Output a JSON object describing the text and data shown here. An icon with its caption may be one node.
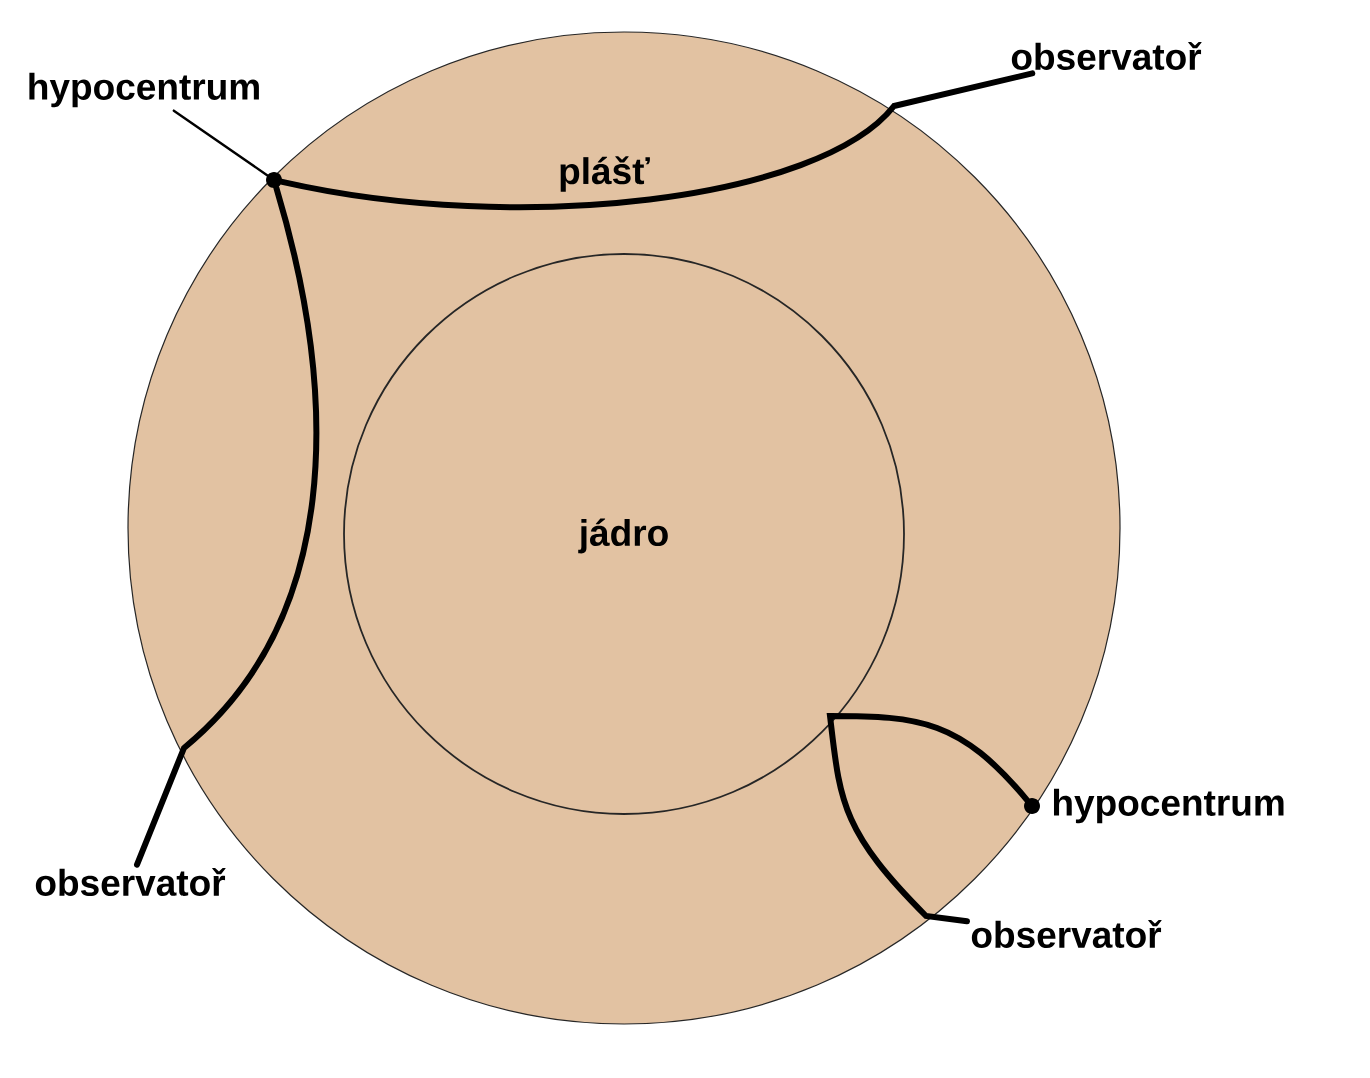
{
  "diagram": {
    "nodes": [
      {
        "text": [
          "plášť"
        ]
      },
      {
        "text": [
          "jádro"
        ],
        "in": 0
      },
      {
        "text": [
          "hypocentrum"
        ]
      },
      {
        "text": [],
        "shape": "circle",
        "in": 0
      },
      {
        "text": [
          "observatoř"
        ]
      },
      {
        "text": [
          "observatoř"
        ]
      },
      {
        "text": [],
        "shape": "circle",
        "in": 0,
        "beside": [
          "hypocentrum"
        ]
      },
      {
        "text": [
          "observatoř"
        ]
      }
    ],
    "edges": [
      {
        "from": 2,
        "to": 3,
        "arrow": "none"
      },
      {
        "from": 3,
        "to": 4,
        "arrow": "none"
      },
      {
        "from": 3,
        "to": 5,
        "arrow": "none"
      },
      {
        "from": 6,
        "to": 7,
        "arrow": "none"
      }
    ]
  }
}
